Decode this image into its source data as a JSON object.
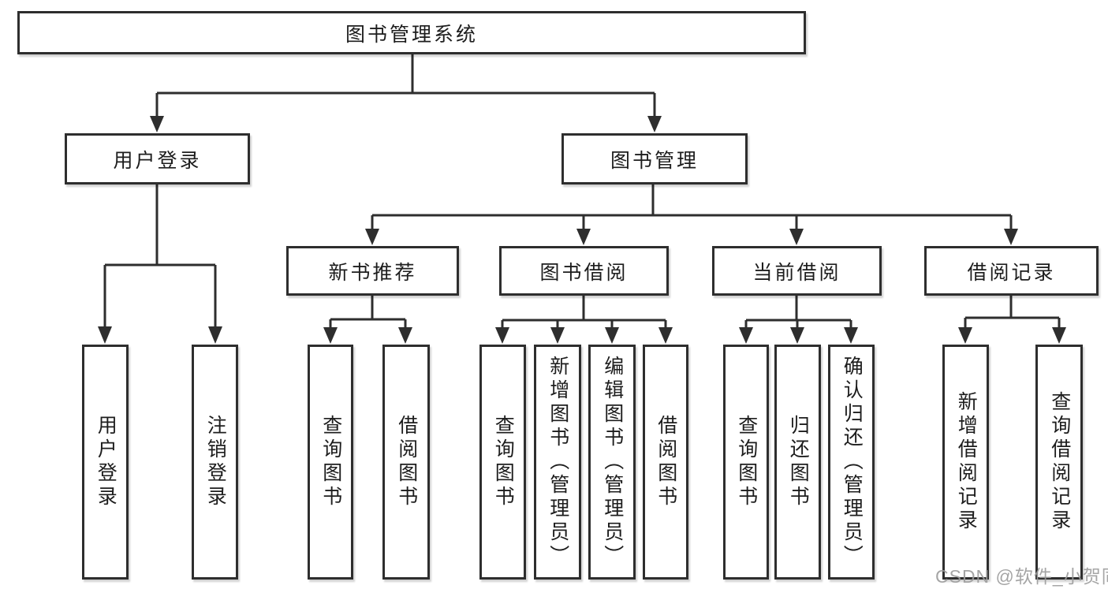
{
  "tree": {
    "label": "图书管理系统",
    "children": [
      {
        "label": "用户登录",
        "children": [
          {
            "label": "用户登录"
          },
          {
            "label": "注销登录"
          }
        ]
      },
      {
        "label": "图书管理",
        "children": [
          {
            "label": "新书推荐",
            "children": [
              {
                "label": "查询图书"
              },
              {
                "label": "借阅图书"
              }
            ]
          },
          {
            "label": "图书借阅",
            "children": [
              {
                "label": "查询图书"
              },
              {
                "label": "新增图书（管理员）"
              },
              {
                "label": "编辑图书（管理员）"
              },
              {
                "label": "借阅图书"
              }
            ]
          },
          {
            "label": "当前借阅",
            "children": [
              {
                "label": "查询图书"
              },
              {
                "label": "归还图书"
              },
              {
                "label": "确认归还（管理员）"
              }
            ]
          },
          {
            "label": "借阅记录",
            "children": [
              {
                "label": "新增借阅记录"
              },
              {
                "label": "查询借阅记录"
              }
            ]
          }
        ]
      }
    ]
  },
  "watermark": "CSDN @软件_小贺同学",
  "colors": {
    "line": "#2e2e2e",
    "text": "#1d1d1d",
    "watermark_gray": "#9c9c9c",
    "background": "#ffffff"
  }
}
